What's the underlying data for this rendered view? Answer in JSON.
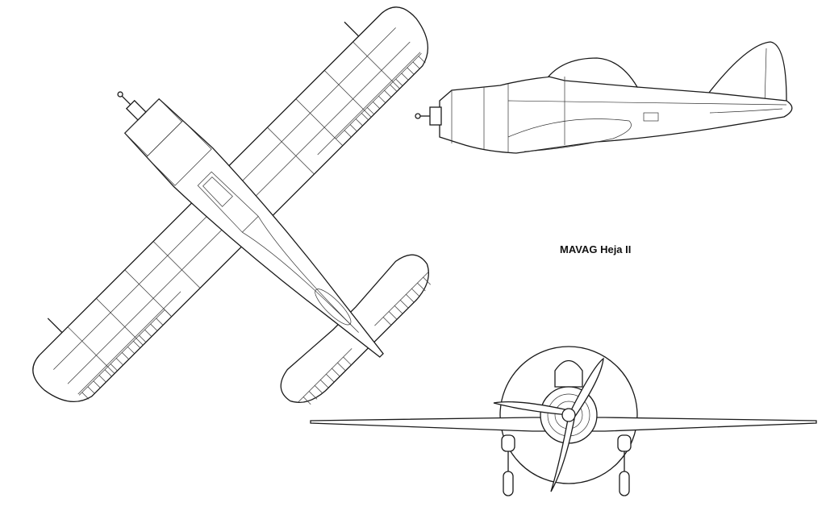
{
  "title": "MAVAG Heja II",
  "views": [
    "top-view",
    "side-view",
    "front-view"
  ]
}
